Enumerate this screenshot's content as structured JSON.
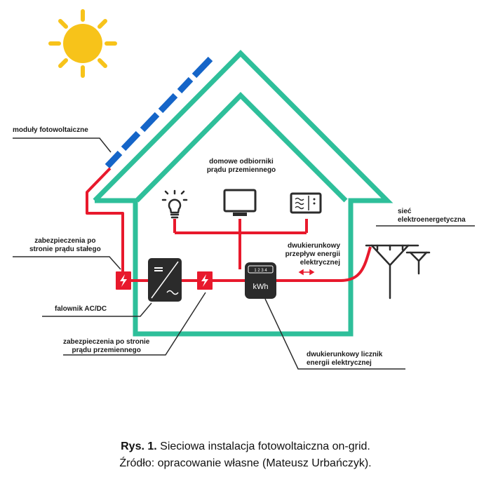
{
  "labels": {
    "pv_modules": "moduły fotowoltaiczne",
    "dc_protection": [
      "zabezpieczenia po",
      "stronie prądu stałego"
    ],
    "inverter": "falownik AC/DC",
    "ac_protection": [
      "zabezpieczenia po stronie",
      "prądu przemiennego"
    ],
    "loads": [
      "domowe odbiorniki",
      "prądu przemiennego"
    ],
    "bidirectional_flow": [
      "dwukierunkowy",
      "przepływ energii",
      "elektrycznej"
    ],
    "grid": [
      "sieć",
      "elektroenergetyczna"
    ],
    "meter": [
      "dwukierunkowy licznik",
      "energii elektrycznej"
    ]
  },
  "meter_display": {
    "unit": "kWh",
    "digits": "1 2 3 4"
  },
  "caption": {
    "label": "Rys. 1.",
    "title": "Sieciowa instalacja fotowoltaiczna on-grid.",
    "source": "Źródło: opracowanie własne (Mateusz Urbańczyk)."
  },
  "colors": {
    "house": "#2ebf9a",
    "wire": "#e8192c",
    "panel": "#1565c8",
    "sun": "#f7c31a",
    "device": "#2b2b2b"
  }
}
